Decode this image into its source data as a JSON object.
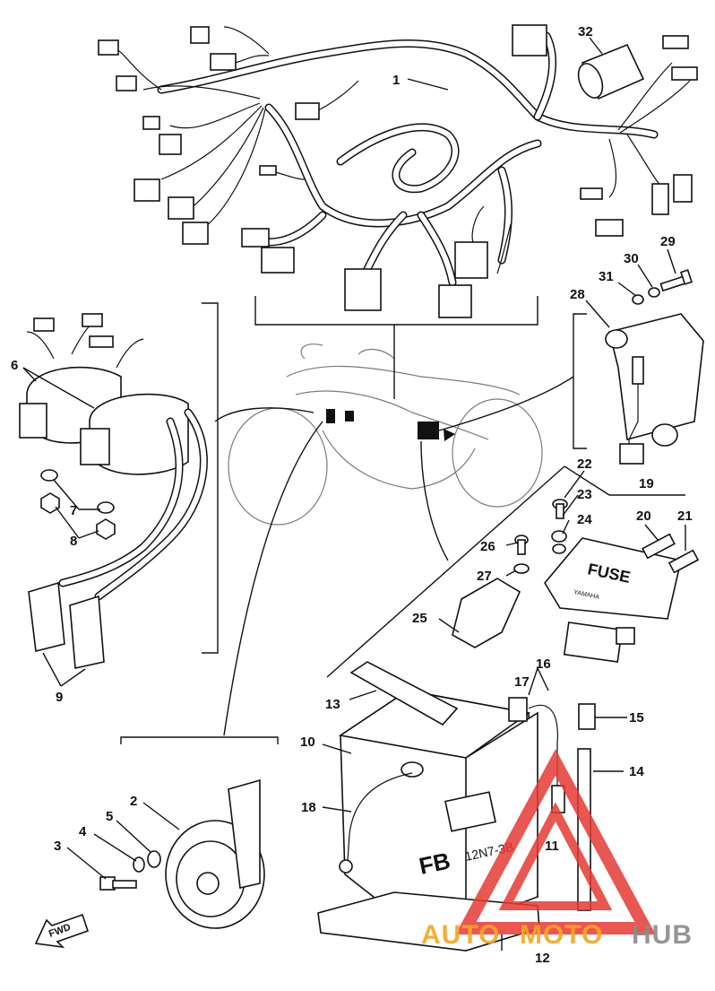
{
  "labels": {
    "l1": "1",
    "l2": "2",
    "l3": "3",
    "l4": "4",
    "l5": "5",
    "l6": "6",
    "l7": "7",
    "l8": "8",
    "l9": "9",
    "l10": "10",
    "l11": "11",
    "l12": "12",
    "l13": "13",
    "l14": "14",
    "l15": "15",
    "l16": "16",
    "l17": "17",
    "l18": "18",
    "l19": "19",
    "l20": "20",
    "l21": "21",
    "l22": "22",
    "l23": "23",
    "l24": "24",
    "l25": "25",
    "l26": "26",
    "l27": "27",
    "l28": "28",
    "l29": "29",
    "l30": "30",
    "l31": "31",
    "l32": "32"
  },
  "battery": {
    "brand": "FB",
    "model": "12N7-3B"
  },
  "fuse_box": {
    "label": "FUSE",
    "maker": "YAMAHA"
  },
  "direction_arrow": "FWD",
  "watermark": {
    "part1": "AUTO",
    "part2": "MOTO",
    "part3": "HUB",
    "color_triangle": "#e53935",
    "color_orange": "#f5a623",
    "color_gray": "#8a8a8a"
  }
}
